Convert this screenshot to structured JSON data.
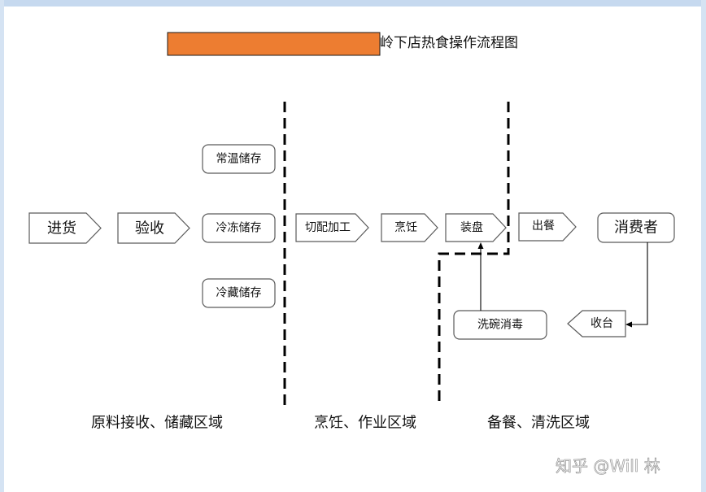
{
  "title": {
    "text": "岭下店热食操作流程图",
    "redaction_color": "#ED7D31"
  },
  "nodes": {
    "jinhuo": "进货",
    "yanshou": "验收",
    "changwen": "常温储存",
    "lengdong": "冷冻储存",
    "lengcang": "冷藏储存",
    "qiepei": "切配加工",
    "pengren": "烹饪",
    "zhuangpan": "装盘",
    "chucan": "出餐",
    "xiaofeizhe": "消费者",
    "shoutai": "收台",
    "xiwan": "洗碗消毒"
  },
  "zones": {
    "raw": "原料接收、储藏区域",
    "cooking": "烹饪、作业区域",
    "serving": "备餐、清洗区域"
  },
  "watermark": "知乎 @Will 林",
  "colors": {
    "frame": "#c6d9ef",
    "node_border": "#5a5a5a",
    "divider": "#000000",
    "redaction": "#ED7D31"
  }
}
